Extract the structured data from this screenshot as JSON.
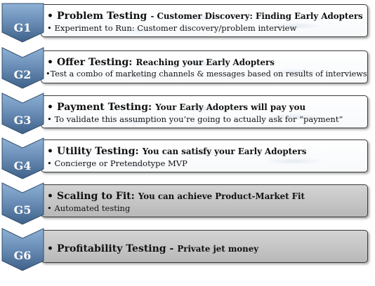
{
  "steps": [
    {
      "label": "G1",
      "title": "Problem Testing",
      "subtitle": "- Customer Discovery: Finding Early Adopters",
      "detail": "Experiment to Run: Customer discovery/problem interview",
      "style": "light"
    },
    {
      "label": "G2",
      "title": "Offer Testing:",
      "subtitle": "Reaching your Early Adopters",
      "detail": "Test a combo of marketing channels & messages based on results of interviews",
      "style": "light"
    },
    {
      "label": "G3",
      "title": "Payment Testing:",
      "subtitle": "Your Early Adopters will pay you",
      "detail": "To validate this assumption you’re going to actually ask for “payment”",
      "style": "light"
    },
    {
      "label": "G4",
      "title": "Utility Testing:",
      "subtitle": "You can satisfy your Early Adopters",
      "detail": "Concierge or Pretendotype MVP",
      "style": "light"
    },
    {
      "label": "G5",
      "title": "Scaling to Fit:",
      "subtitle": "You can achieve Product-Market Fit",
      "detail": "Automated testing",
      "style": "grey"
    },
    {
      "label": "G6",
      "title": "Profitability Testing -",
      "subtitle": "Private jet money",
      "detail": "",
      "style": "grey"
    }
  ],
  "colors": {
    "chevron_top": "#7fa2c8",
    "chevron_bottom": "#44668e",
    "chevron_edge": "#33506f",
    "label": "#ffffff"
  }
}
